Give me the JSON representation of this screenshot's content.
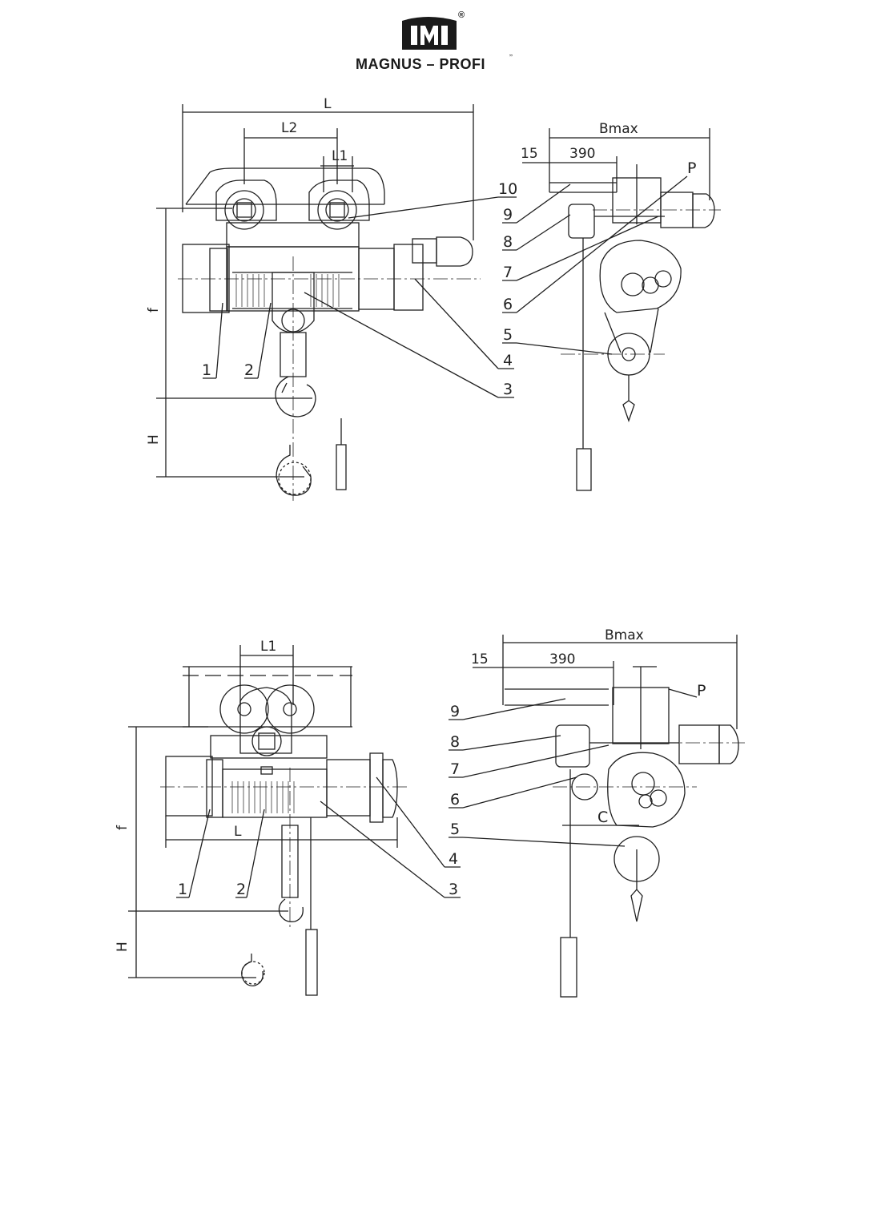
{
  "brand": {
    "name": "MAGNUS – PROFI",
    "registered_mark": "®",
    "tm_mark": "ʼʼ"
  },
  "drawing_top": {
    "dimensions": {
      "L": "L",
      "L2": "L2",
      "L1": "L1",
      "f": "f",
      "H": "H",
      "Bmax": "Bmax",
      "d15": "15",
      "d390": "390",
      "P": "P"
    },
    "front_callouts": [
      "1",
      "2",
      "3",
      "4"
    ],
    "side_callouts": [
      "10",
      "9",
      "8",
      "7",
      "6",
      "5"
    ]
  },
  "drawing_bottom": {
    "dimensions": {
      "L1": "L1",
      "L": "L",
      "f": "f",
      "H": "H",
      "Bmax": "Bmax",
      "d15": "15",
      "d390": "390",
      "P": "P",
      "C": "C"
    },
    "front_callouts": [
      "1",
      "2",
      "3",
      "4"
    ],
    "side_callouts": [
      "9",
      "8",
      "7",
      "6",
      "5"
    ]
  },
  "colors": {
    "line": "#1f1f1f",
    "paper": "#ffffff"
  }
}
